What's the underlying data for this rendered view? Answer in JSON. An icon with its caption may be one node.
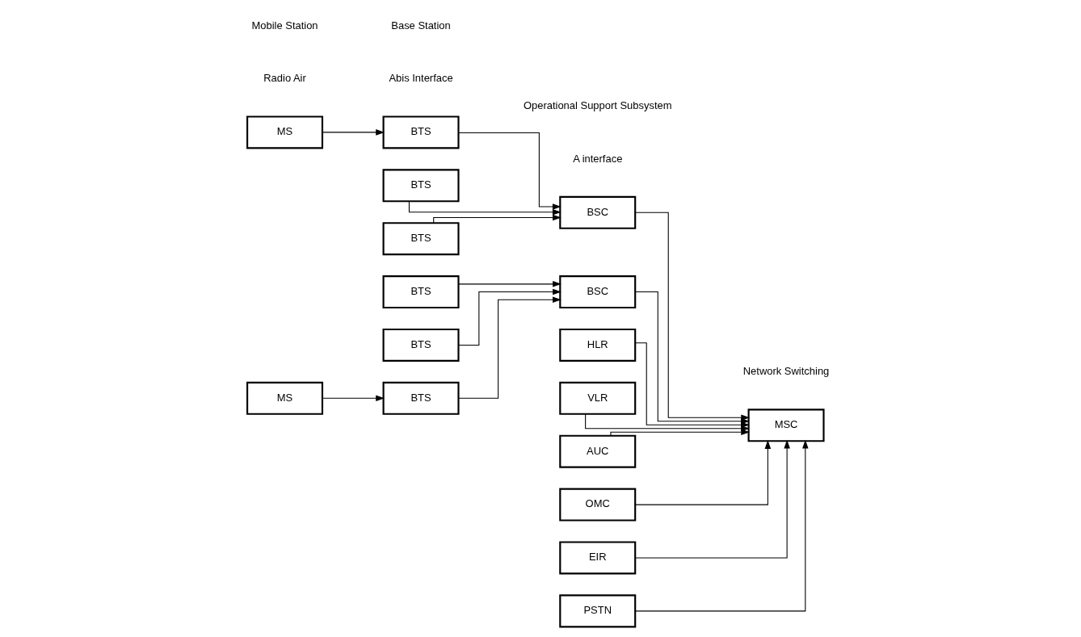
{
  "diagram": {
    "nodes": [
      {
        "text": [
          "MS"
        ]
      },
      {
        "text": [
          "MS"
        ]
      },
      {
        "text": [
          "BTS"
        ]
      },
      {
        "text": [
          "BTS"
        ]
      },
      {
        "text": [
          "BTS"
        ]
      },
      {
        "text": [
          "BTS"
        ]
      },
      {
        "text": [
          "BTS"
        ]
      },
      {
        "text": [
          "BTS"
        ]
      },
      {
        "text": [
          "BSC"
        ]
      },
      {
        "text": [
          "BSC"
        ]
      },
      {
        "text": [
          "HLR"
        ]
      },
      {
        "text": [
          "VLR"
        ]
      },
      {
        "text": [
          "AUC"
        ]
      },
      {
        "text": [
          "MSC"
        ]
      },
      {
        "text": [
          "OMC"
        ]
      },
      {
        "text": [
          "EIR"
        ]
      },
      {
        "text": [
          "PSTN"
        ]
      }
    ],
    "edges": [
      {
        "from": 0,
        "to": 2,
        "arrow": "to"
      },
      {
        "from": 2,
        "to": 8,
        "arrow": "to"
      },
      {
        "from": 3,
        "to": 8,
        "arrow": "to"
      },
      {
        "from": 4,
        "to": 8,
        "arrow": "to"
      },
      {
        "from": 5,
        "to": 9,
        "arrow": "to"
      },
      {
        "from": 6,
        "to": 9,
        "arrow": "to"
      },
      {
        "from": 7,
        "to": 9,
        "arrow": "to"
      },
      {
        "from": 1,
        "to": 7,
        "arrow": "to"
      },
      {
        "from": 8,
        "to": 13,
        "arrow": "to"
      },
      {
        "from": 9,
        "to": 13,
        "arrow": "to"
      },
      {
        "from": 10,
        "to": 13,
        "arrow": "to"
      },
      {
        "from": 11,
        "to": 13,
        "arrow": "to"
      },
      {
        "from": 12,
        "to": 13,
        "arrow": "to"
      },
      {
        "from": 14,
        "to": 13,
        "arrow": "to"
      },
      {
        "from": 15,
        "to": 13,
        "arrow": "to"
      },
      {
        "from": 16,
        "to": 13,
        "arrow": "to"
      }
    ],
    "labels": [
      "Radio Air",
      "Abis Interface",
      "A interface",
      "Operational Support Subsystem",
      "Mobile Station",
      "Base Station",
      "Network Switching"
    ]
  }
}
